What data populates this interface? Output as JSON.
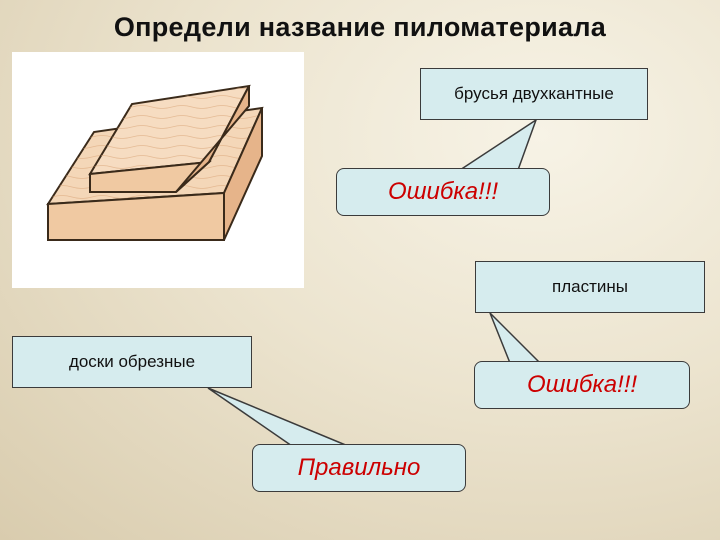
{
  "slide": {
    "title": "Определи название пиломатериала"
  },
  "image": {
    "icon": "lumber-planks-illustration"
  },
  "options": {
    "bars": "брусья двухкантные",
    "plates": "пластины",
    "boards": "доски обрезные"
  },
  "feedback": {
    "bars": "Ошибка!!!",
    "plates": "Ошибка!!!",
    "boards": "Правильно"
  },
  "colors": {
    "box_fill": "#d6ecee",
    "feedback_text": "#cc0000",
    "wood_light": "#f4d7b8",
    "wood_dark": "#e8b88f"
  }
}
